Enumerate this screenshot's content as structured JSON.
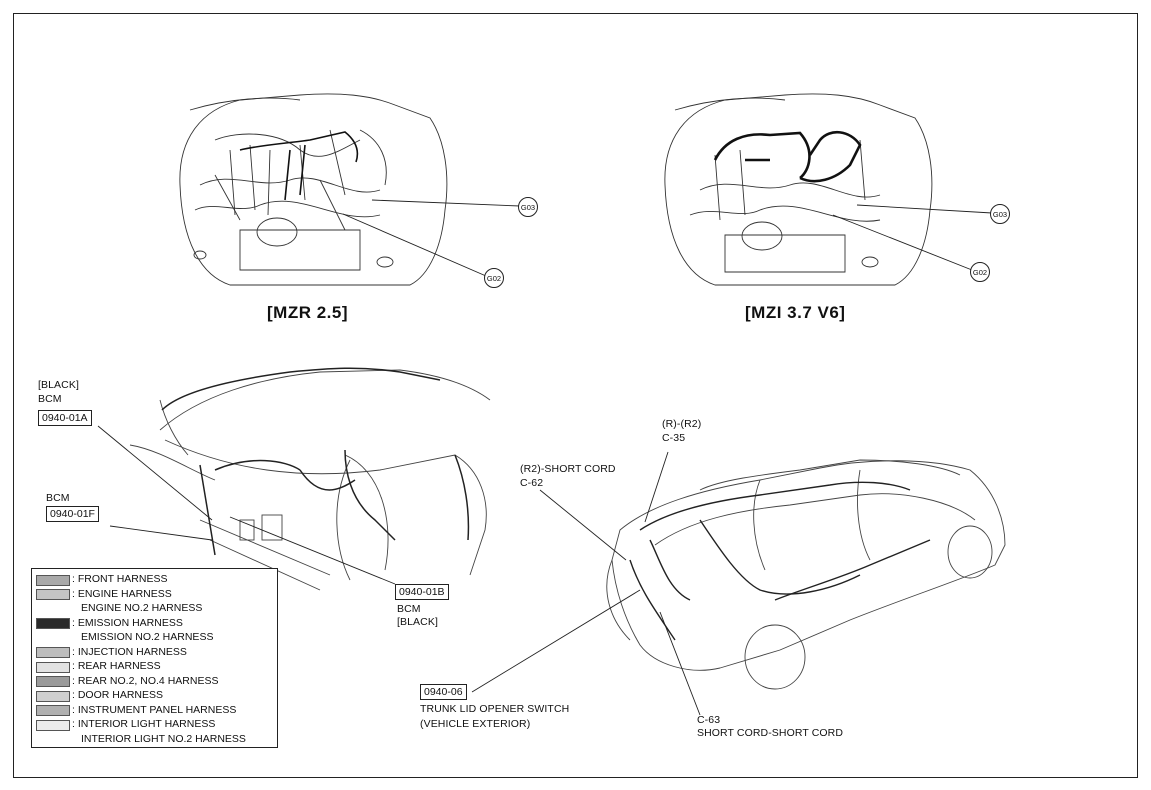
{
  "captions": {
    "left_engine": "[MZR 2.5]",
    "right_engine": "[MZI 3.7 V6]"
  },
  "grounds": {
    "g03": "G03",
    "g02": "G02"
  },
  "connectors": {
    "bcm_a": {
      "color": "[BLACK]",
      "name": "BCM",
      "code": "0940-01A"
    },
    "bcm_f": {
      "name": "BCM",
      "code": "0940-01F"
    },
    "bcm_b": {
      "code": "0940-01B",
      "name": "BCM",
      "color": "[BLACK]"
    },
    "c35": {
      "line1": "(R)-(R2)",
      "line2": "C-35"
    },
    "c62": {
      "line1": "(R2)-SHORT CORD",
      "line2": "C-62"
    },
    "trunk": {
      "code": "0940-06",
      "line1": "TRUNK LID OPENER SWITCH",
      "line2": "(VEHICLE EXTERIOR)"
    },
    "c63": {
      "line1": "C-63",
      "line2": "SHORT CORD-SHORT CORD"
    }
  },
  "legend": [
    {
      "text": ": FRONT HARNESS",
      "swatch": "#a9a9a9"
    },
    {
      "text": ": ENGINE HARNESS",
      "swatch": "#c4c4c4"
    },
    {
      "text": "ENGINE NO.2 HARNESS",
      "swatch": ""
    },
    {
      "text": ": EMISSION HARNESS",
      "swatch": "#2a2a2a"
    },
    {
      "text": "EMISSION NO.2 HARNESS",
      "swatch": ""
    },
    {
      "text": ": INJECTION HARNESS",
      "swatch": "#bdbdbd"
    },
    {
      "text": ": REAR HARNESS",
      "swatch": "#e2e2e2"
    },
    {
      "text": ": REAR NO.2, NO.4 HARNESS",
      "swatch": "#9a9a9a"
    },
    {
      "text": ": DOOR HARNESS",
      "swatch": "#cfcfcf"
    },
    {
      "text": ": INSTRUMENT PANEL HARNESS",
      "swatch": "#b0b0b0"
    },
    {
      "text": ": INTERIOR LIGHT HARNESS",
      "swatch": "#ececec"
    },
    {
      "text": "INTERIOR LIGHT NO.2 HARNESS",
      "swatch": ""
    }
  ]
}
